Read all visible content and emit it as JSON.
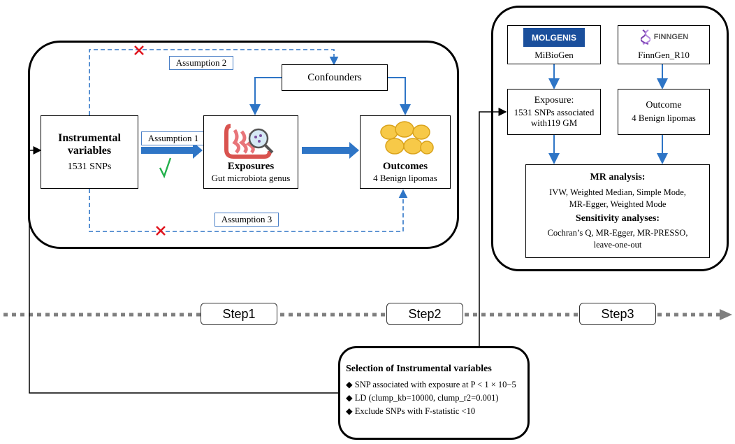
{
  "left_panel": {
    "iv": {
      "title_line1": "Instrumental",
      "title_line2": "variables",
      "sub": "1531 SNPs"
    },
    "confounders": "Confounders",
    "exposures": {
      "title": "Exposures",
      "sub": "Gut microbiota genus"
    },
    "outcomes": {
      "title": "Outcomes",
      "sub": "4 Benign lipomas"
    },
    "assumption1": "Assumption 1",
    "assumption2": "Assumption 2",
    "assumption3": "Assumption 3"
  },
  "right_panel": {
    "mibiogen": {
      "logo": "MOLGENIS",
      "label": "MiBioGen"
    },
    "finngen": {
      "logo": "FINNGEN",
      "label": "FinnGen_R10"
    },
    "exposure": {
      "line1": "Exposure:",
      "line2": "1531 SNPs associated",
      "line3": "with119 GM"
    },
    "outcome": {
      "line1": "Outcome",
      "line2": "4 Benign lipomas"
    },
    "mr": {
      "title": "MR analysis:",
      "methods_line1": "IVW, Weighted Median, Simple Mode,",
      "methods_line2": "MR-Egger, Weighted Mode",
      "sens_title": "Sensitivity analyses:",
      "sens_line1": "Cochran’s Q, MR-Egger, MR-PRESSO,",
      "sens_line2": "leave-one-out"
    }
  },
  "steps": [
    "Step1",
    "Step2",
    "Step3"
  ],
  "selection": {
    "title": "Selection of Instrumental variables",
    "items": [
      "◆ SNP associated with exposure at P < 1 × 10−5",
      "◆ LD (clump_kb=10000, clump_r2=0.001)",
      "◆ Exclude SNPs with F-statistic <10"
    ]
  },
  "colors": {
    "arrow_blue": "#2e75c6",
    "cross_red": "#e0141e",
    "check_green": "#22b04b",
    "dotted": "#7f7f7f"
  }
}
